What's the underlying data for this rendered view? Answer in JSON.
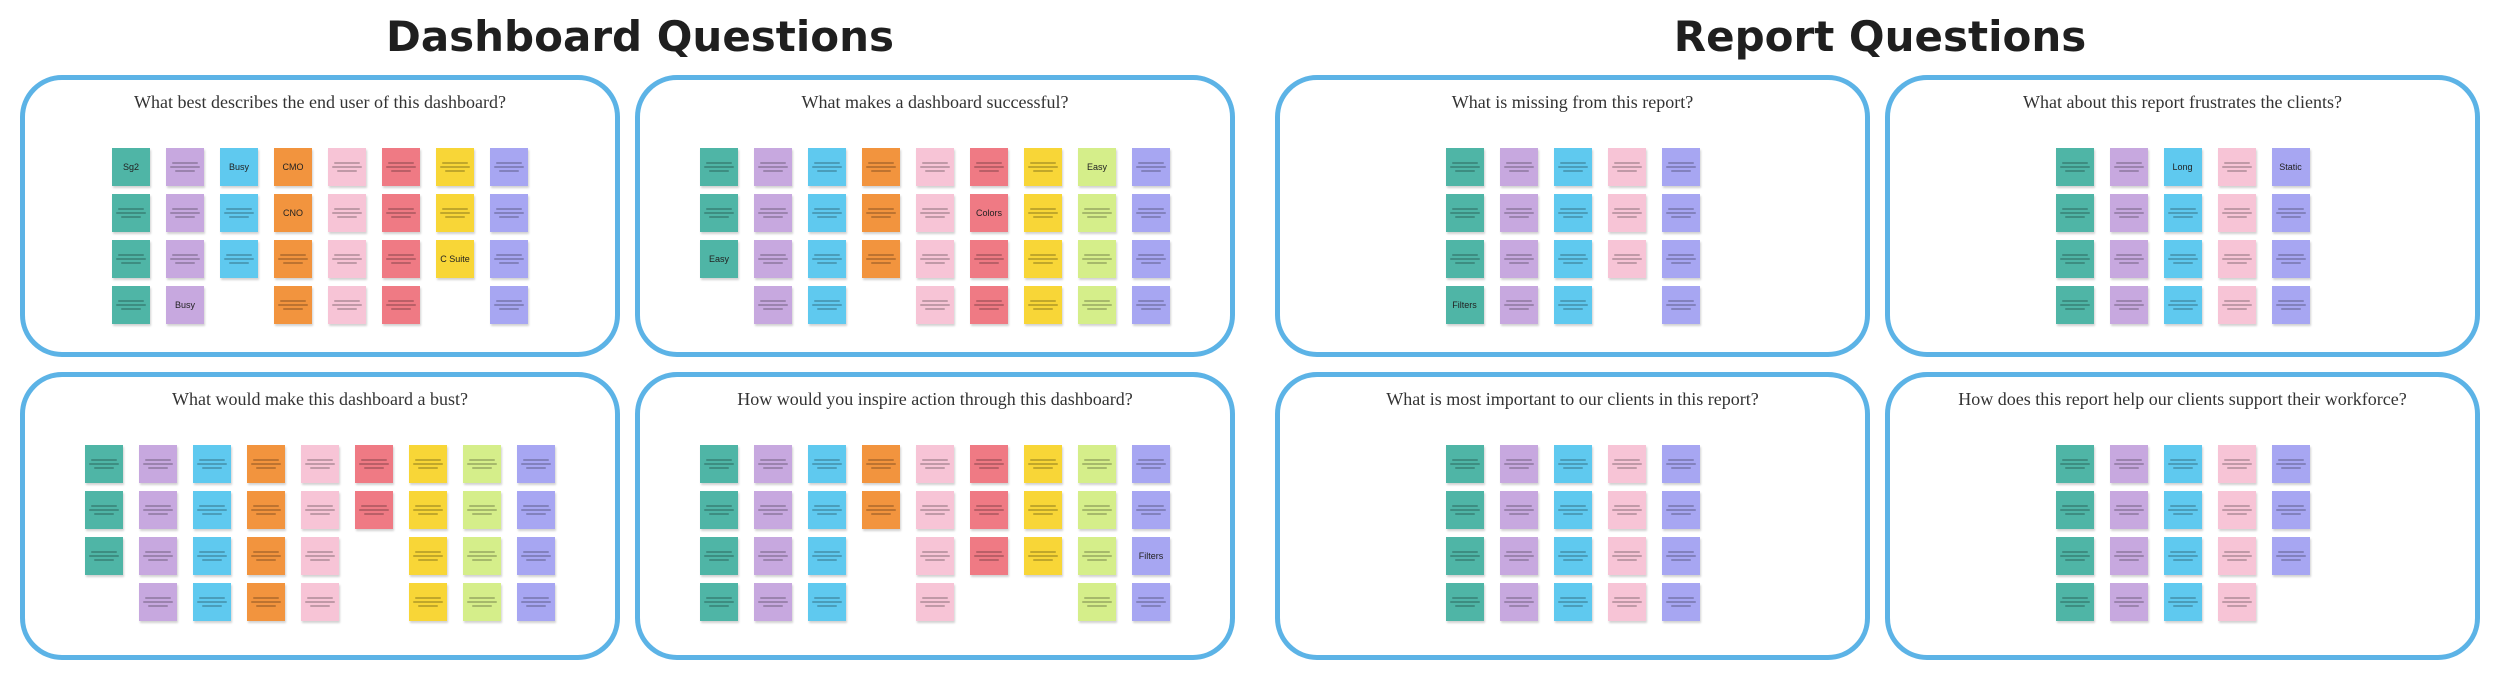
{
  "titles": {
    "dashboard": "Dashboard Questions",
    "report": "Report Questions"
  },
  "colors": {
    "teal": "#4fb5a6",
    "lavender": "#c7a8df",
    "blue": "#5fc9ef",
    "orange": "#f2943e",
    "pink": "#f7c4d6",
    "red": "#ef7a84",
    "yellow": "#f8d637",
    "green": "#d5ee8a",
    "periwinkle": "#a7a6f2",
    "border": "#5cb3e6"
  },
  "boards": [
    {
      "question": "What best describes the end user of this dashboard?",
      "columns": [
        {
          "color": "teal",
          "notes": [
            "Sg2",
            "",
            "",
            ""
          ]
        },
        {
          "color": "lavender",
          "notes": [
            "",
            "",
            "",
            "Busy"
          ]
        },
        {
          "color": "blue",
          "notes": [
            "Busy",
            "",
            ""
          ]
        },
        {
          "color": "orange",
          "notes": [
            "CMO",
            "CNO",
            "",
            ""
          ]
        },
        {
          "color": "pink",
          "notes": [
            "",
            "",
            "",
            ""
          ]
        },
        {
          "color": "red",
          "notes": [
            "",
            "",
            "",
            ""
          ]
        },
        {
          "color": "yellow",
          "notes": [
            "",
            "",
            "C Suite"
          ]
        },
        {
          "color": "periwinkle",
          "notes": [
            "",
            "",
            "",
            ""
          ]
        }
      ]
    },
    {
      "question": "What makes a dashboard successful?",
      "columns": [
        {
          "color": "teal",
          "notes": [
            "",
            "",
            "Easy"
          ]
        },
        {
          "color": "lavender",
          "notes": [
            "",
            "",
            "",
            ""
          ]
        },
        {
          "color": "blue",
          "notes": [
            "",
            "",
            "",
            ""
          ]
        },
        {
          "color": "orange",
          "notes": [
            "",
            "",
            ""
          ]
        },
        {
          "color": "pink",
          "notes": [
            "",
            "",
            "",
            ""
          ]
        },
        {
          "color": "red",
          "notes": [
            "",
            "Colors",
            "",
            ""
          ]
        },
        {
          "color": "yellow",
          "notes": [
            "",
            "",
            "",
            ""
          ]
        },
        {
          "color": "green",
          "notes": [
            "Easy",
            "",
            "",
            ""
          ]
        },
        {
          "color": "periwinkle",
          "notes": [
            "",
            "",
            "",
            ""
          ]
        }
      ]
    },
    {
      "question": "What is missing from this report?",
      "columns": [
        {
          "color": "teal",
          "notes": [
            "",
            "",
            "",
            "Filters"
          ]
        },
        {
          "color": "lavender",
          "notes": [
            "",
            "",
            "",
            ""
          ]
        },
        {
          "color": "blue",
          "notes": [
            "",
            "",
            "",
            ""
          ]
        },
        {
          "color": "pink",
          "notes": [
            "",
            "",
            ""
          ]
        },
        {
          "color": "periwinkle",
          "notes": [
            "",
            "",
            "",
            ""
          ]
        }
      ]
    },
    {
      "question": "What about this report frustrates the clients?",
      "columns": [
        {
          "color": "teal",
          "notes": [
            "",
            "",
            "",
            ""
          ]
        },
        {
          "color": "lavender",
          "notes": [
            "",
            "",
            "",
            ""
          ]
        },
        {
          "color": "blue",
          "notes": [
            "Long",
            "",
            "",
            ""
          ]
        },
        {
          "color": "pink",
          "notes": [
            "",
            "",
            "",
            ""
          ]
        },
        {
          "color": "periwinkle",
          "notes": [
            "Static",
            "",
            "",
            ""
          ]
        }
      ]
    },
    {
      "question": "What would make this dashboard a bust?",
      "columns": [
        {
          "color": "teal",
          "notes": [
            "",
            "",
            ""
          ]
        },
        {
          "color": "lavender",
          "notes": [
            "",
            "",
            "",
            ""
          ]
        },
        {
          "color": "blue",
          "notes": [
            "",
            "",
            "",
            ""
          ]
        },
        {
          "color": "orange",
          "notes": [
            "",
            "",
            "",
            ""
          ]
        },
        {
          "color": "pink",
          "notes": [
            "",
            "",
            "",
            ""
          ]
        },
        {
          "color": "red",
          "notes": [
            "",
            ""
          ]
        },
        {
          "color": "yellow",
          "notes": [
            "",
            "",
            "",
            ""
          ]
        },
        {
          "color": "green",
          "notes": [
            "",
            "",
            "",
            ""
          ]
        },
        {
          "color": "periwinkle",
          "notes": [
            "",
            "",
            "",
            ""
          ]
        }
      ]
    },
    {
      "question": "How would you inspire action through this dashboard?",
      "columns": [
        {
          "color": "teal",
          "notes": [
            "",
            "",
            "",
            ""
          ]
        },
        {
          "color": "lavender",
          "notes": [
            "",
            "",
            "",
            ""
          ]
        },
        {
          "color": "blue",
          "notes": [
            "",
            "",
            "",
            ""
          ]
        },
        {
          "color": "orange",
          "notes": [
            "",
            ""
          ]
        },
        {
          "color": "pink",
          "notes": [
            "",
            "",
            "",
            ""
          ]
        },
        {
          "color": "red",
          "notes": [
            "",
            "",
            ""
          ]
        },
        {
          "color": "yellow",
          "notes": [
            "",
            "",
            ""
          ]
        },
        {
          "color": "green",
          "notes": [
            "",
            "",
            "",
            ""
          ]
        },
        {
          "color": "periwinkle",
          "notes": [
            "",
            "",
            "Filters",
            ""
          ]
        }
      ]
    },
    {
      "question": "What is most important to our clients in this report?",
      "columns": [
        {
          "color": "teal",
          "notes": [
            "",
            "",
            "",
            ""
          ]
        },
        {
          "color": "lavender",
          "notes": [
            "",
            "",
            "",
            ""
          ]
        },
        {
          "color": "blue",
          "notes": [
            "",
            "",
            "",
            ""
          ]
        },
        {
          "color": "pink",
          "notes": [
            "",
            "",
            "",
            ""
          ]
        },
        {
          "color": "periwinkle",
          "notes": [
            "",
            "",
            "",
            ""
          ]
        }
      ]
    },
    {
      "question": "How does this report help our clients support their workforce?",
      "columns": [
        {
          "color": "teal",
          "notes": [
            "",
            "",
            "",
            ""
          ]
        },
        {
          "color": "lavender",
          "notes": [
            "",
            "",
            "",
            ""
          ]
        },
        {
          "color": "blue",
          "notes": [
            "",
            "",
            "",
            ""
          ]
        },
        {
          "color": "pink",
          "notes": [
            "",
            "",
            "",
            ""
          ]
        },
        {
          "color": "periwinkle",
          "notes": [
            "",
            "",
            ""
          ]
        }
      ]
    }
  ]
}
